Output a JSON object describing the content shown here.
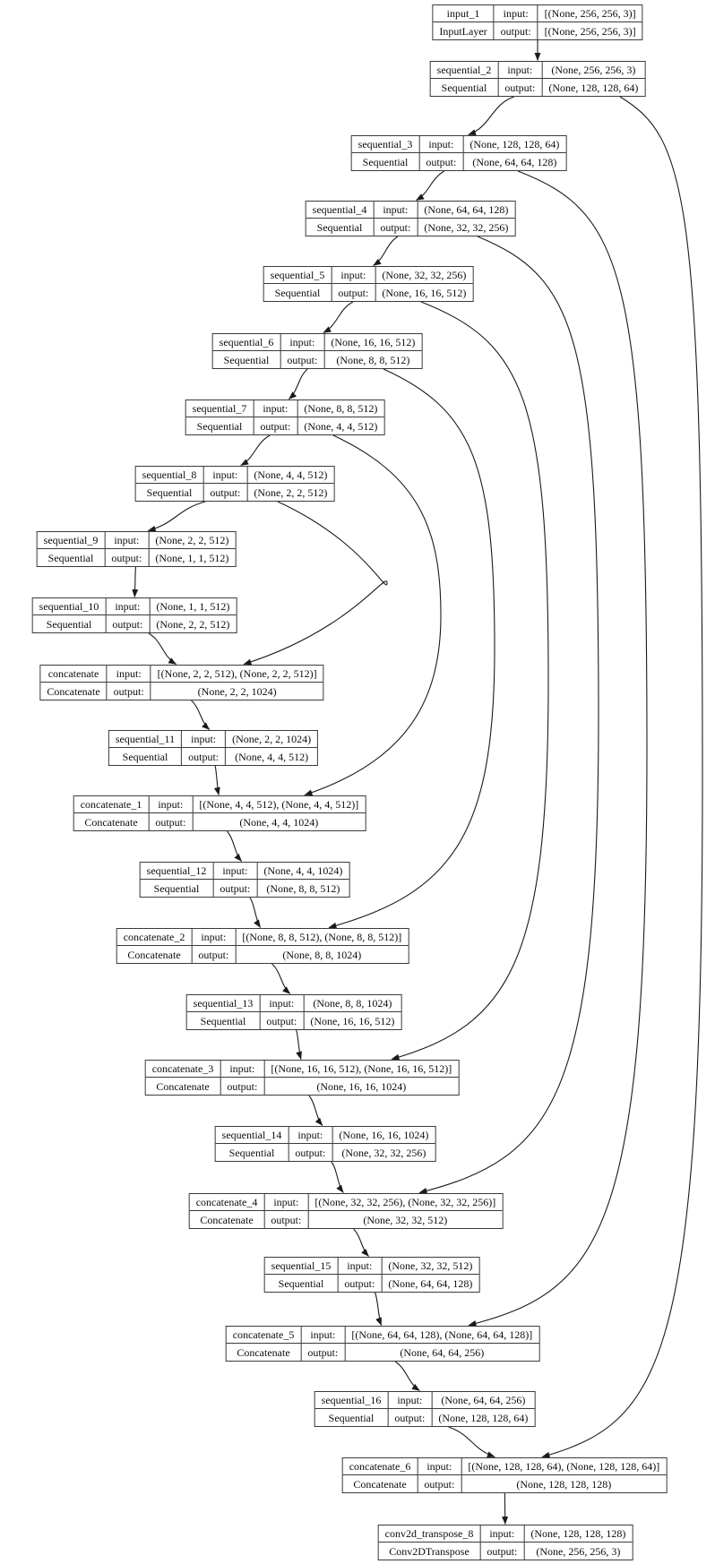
{
  "diagram": {
    "kind": "keras-model-graph",
    "labels": {
      "input": "input:",
      "output": "output:"
    },
    "nodes": [
      {
        "id": "input_1",
        "name": "input_1",
        "class": "InputLayer",
        "input": "[(None, 256, 256, 3)]",
        "output": "[(None, 256, 256, 3)]"
      },
      {
        "id": "sequential_2",
        "name": "sequential_2",
        "class": "Sequential",
        "input": "(None, 256, 256, 3)",
        "output": "(None, 128, 128, 64)"
      },
      {
        "id": "sequential_3",
        "name": "sequential_3",
        "class": "Sequential",
        "input": "(None, 128, 128, 64)",
        "output": "(None, 64, 64, 128)"
      },
      {
        "id": "sequential_4",
        "name": "sequential_4",
        "class": "Sequential",
        "input": "(None, 64, 64, 128)",
        "output": "(None, 32, 32, 256)"
      },
      {
        "id": "sequential_5",
        "name": "sequential_5",
        "class": "Sequential",
        "input": "(None, 32, 32, 256)",
        "output": "(None, 16, 16, 512)"
      },
      {
        "id": "sequential_6",
        "name": "sequential_6",
        "class": "Sequential",
        "input": "(None, 16, 16, 512)",
        "output": "(None, 8, 8, 512)"
      },
      {
        "id": "sequential_7",
        "name": "sequential_7",
        "class": "Sequential",
        "input": "(None, 8, 8, 512)",
        "output": "(None, 4, 4, 512)"
      },
      {
        "id": "sequential_8",
        "name": "sequential_8",
        "class": "Sequential",
        "input": "(None, 4, 4, 512)",
        "output": "(None, 2, 2, 512)"
      },
      {
        "id": "sequential_9",
        "name": "sequential_9",
        "class": "Sequential",
        "input": "(None, 2, 2, 512)",
        "output": "(None, 1, 1, 512)"
      },
      {
        "id": "sequential_10",
        "name": "sequential_10",
        "class": "Sequential",
        "input": "(None, 1, 1, 512)",
        "output": "(None, 2, 2, 512)"
      },
      {
        "id": "concatenate",
        "name": "concatenate",
        "class": "Concatenate",
        "input": "[(None, 2, 2, 512), (None, 2, 2, 512)]",
        "output": "(None, 2, 2, 1024)"
      },
      {
        "id": "sequential_11",
        "name": "sequential_11",
        "class": "Sequential",
        "input": "(None, 2, 2, 1024)",
        "output": "(None, 4, 4, 512)"
      },
      {
        "id": "concatenate_1",
        "name": "concatenate_1",
        "class": "Concatenate",
        "input": "[(None, 4, 4, 512), (None, 4, 4, 512)]",
        "output": "(None, 4, 4, 1024)"
      },
      {
        "id": "sequential_12",
        "name": "sequential_12",
        "class": "Sequential",
        "input": "(None, 4, 4, 1024)",
        "output": "(None, 8, 8, 512)"
      },
      {
        "id": "concatenate_2",
        "name": "concatenate_2",
        "class": "Concatenate",
        "input": "[(None, 8, 8, 512), (None, 8, 8, 512)]",
        "output": "(None, 8, 8, 1024)"
      },
      {
        "id": "sequential_13",
        "name": "sequential_13",
        "class": "Sequential",
        "input": "(None, 8, 8, 1024)",
        "output": "(None, 16, 16, 512)"
      },
      {
        "id": "concatenate_3",
        "name": "concatenate_3",
        "class": "Concatenate",
        "input": "[(None, 16, 16, 512), (None, 16, 16, 512)]",
        "output": "(None, 16, 16, 1024)"
      },
      {
        "id": "sequential_14",
        "name": "sequential_14",
        "class": "Sequential",
        "input": "(None, 16, 16, 1024)",
        "output": "(None, 32, 32, 256)"
      },
      {
        "id": "concatenate_4",
        "name": "concatenate_4",
        "class": "Concatenate",
        "input": "[(None, 32, 32, 256), (None, 32, 32, 256)]",
        "output": "(None, 32, 32, 512)"
      },
      {
        "id": "sequential_15",
        "name": "sequential_15",
        "class": "Sequential",
        "input": "(None, 32, 32, 512)",
        "output": "(None, 64, 64, 128)"
      },
      {
        "id": "concatenate_5",
        "name": "concatenate_5",
        "class": "Concatenate",
        "input": "[(None, 64, 64, 128), (None, 64, 64, 128)]",
        "output": "(None, 64, 64, 256)"
      },
      {
        "id": "sequential_16",
        "name": "sequential_16",
        "class": "Sequential",
        "input": "(None, 64, 64, 256)",
        "output": "(None, 128, 128, 64)"
      },
      {
        "id": "concatenate_6",
        "name": "concatenate_6",
        "class": "Concatenate",
        "input": "[(None, 128, 128, 64), (None, 128, 128, 64)]",
        "output": "(None, 128, 128, 128)"
      },
      {
        "id": "conv2d_transpose_8",
        "name": "conv2d_transpose_8",
        "class": "Conv2DTranspose",
        "input": "(None, 128, 128, 128)",
        "output": "(None, 256, 256, 3)"
      }
    ],
    "edges": [
      {
        "from": "input_1",
        "to": "sequential_2"
      },
      {
        "from": "sequential_2",
        "to": "sequential_3"
      },
      {
        "from": "sequential_3",
        "to": "sequential_4"
      },
      {
        "from": "sequential_4",
        "to": "sequential_5"
      },
      {
        "from": "sequential_5",
        "to": "sequential_6"
      },
      {
        "from": "sequential_6",
        "to": "sequential_7"
      },
      {
        "from": "sequential_7",
        "to": "sequential_8"
      },
      {
        "from": "sequential_8",
        "to": "sequential_9"
      },
      {
        "from": "sequential_9",
        "to": "sequential_10"
      },
      {
        "from": "sequential_10",
        "to": "concatenate"
      },
      {
        "from": "sequential_8",
        "to": "concatenate"
      },
      {
        "from": "concatenate",
        "to": "sequential_11"
      },
      {
        "from": "sequential_11",
        "to": "concatenate_1"
      },
      {
        "from": "sequential_7",
        "to": "concatenate_1"
      },
      {
        "from": "concatenate_1",
        "to": "sequential_12"
      },
      {
        "from": "sequential_12",
        "to": "concatenate_2"
      },
      {
        "from": "sequential_6",
        "to": "concatenate_2"
      },
      {
        "from": "concatenate_2",
        "to": "sequential_13"
      },
      {
        "from": "sequential_13",
        "to": "concatenate_3"
      },
      {
        "from": "sequential_5",
        "to": "concatenate_3"
      },
      {
        "from": "concatenate_3",
        "to": "sequential_14"
      },
      {
        "from": "sequential_14",
        "to": "concatenate_4"
      },
      {
        "from": "sequential_4",
        "to": "concatenate_4"
      },
      {
        "from": "concatenate_4",
        "to": "sequential_15"
      },
      {
        "from": "sequential_15",
        "to": "concatenate_5"
      },
      {
        "from": "sequential_3",
        "to": "concatenate_5"
      },
      {
        "from": "concatenate_5",
        "to": "sequential_16"
      },
      {
        "from": "sequential_16",
        "to": "concatenate_6"
      },
      {
        "from": "sequential_2",
        "to": "concatenate_6"
      },
      {
        "from": "concatenate_6",
        "to": "conv2d_transpose_8"
      }
    ]
  }
}
